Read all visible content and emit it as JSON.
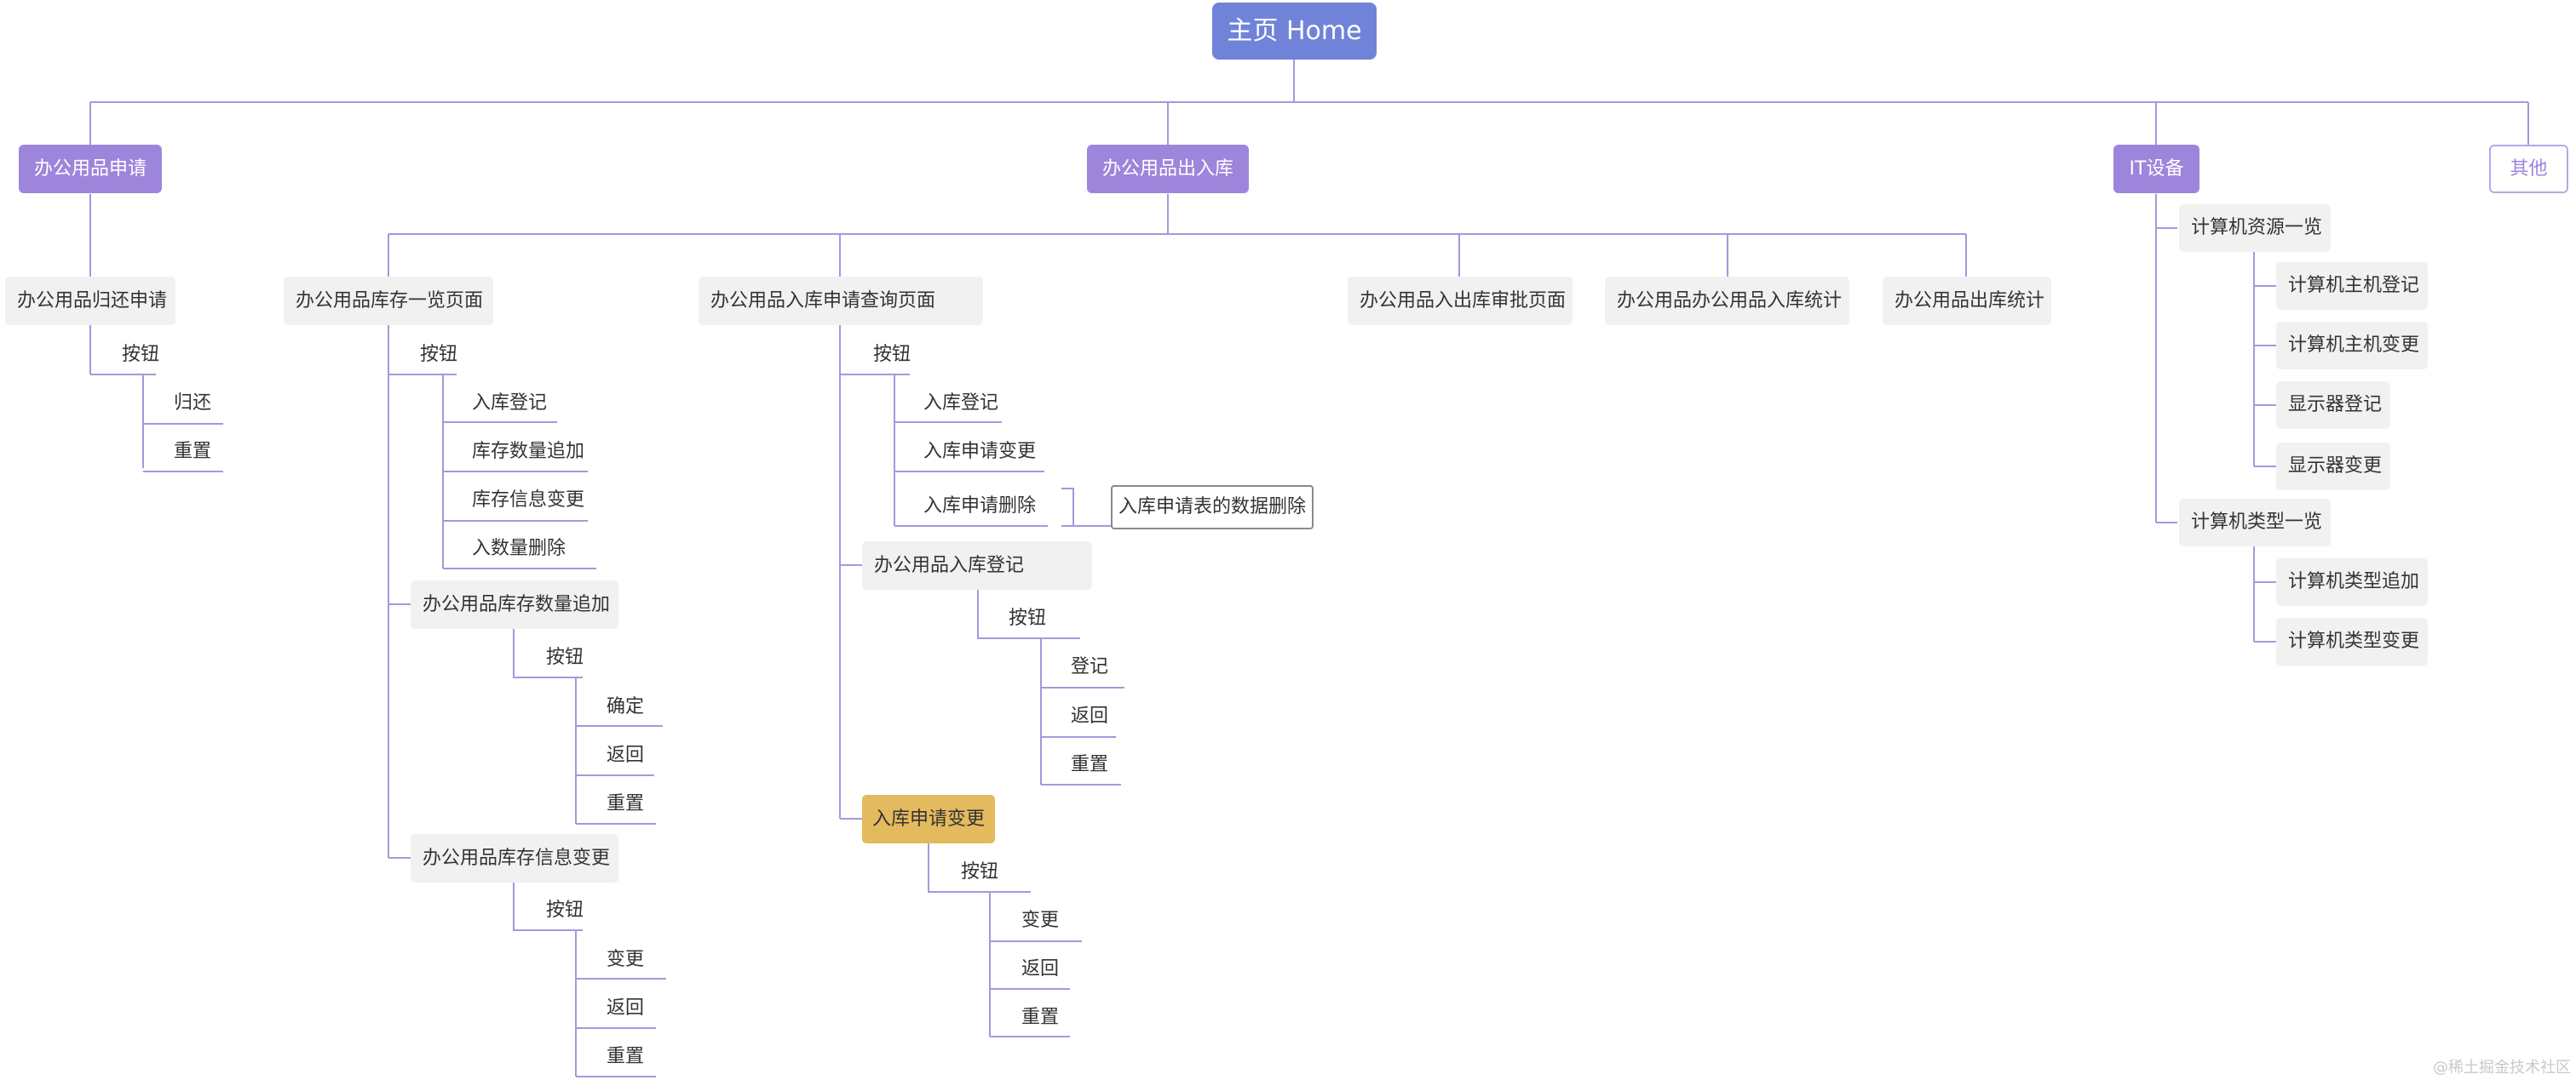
{
  "root": "主页 Home",
  "categories": {
    "apply": "办公用品申请",
    "inout": "办公用品出入库",
    "it": "IT设备",
    "other": "其他"
  },
  "apply": {
    "return_apply": "办公用品归还申请",
    "button": "按钮",
    "buttons": [
      "归还",
      "重置"
    ]
  },
  "stock_list": {
    "title": "办公用品库存一览页面",
    "button": "按钮",
    "buttons": [
      "入库登记",
      "库存数量追加",
      "库存信息变更",
      "入数量删除"
    ],
    "qty_add": {
      "title": "办公用品库存数量追加",
      "button": "按钮",
      "buttons": [
        "确定",
        "返回",
        "重置"
      ]
    },
    "info_change": {
      "title": "办公用品库存信息变更",
      "button": "按钮",
      "buttons": [
        "变更",
        "返回",
        "重置"
      ]
    }
  },
  "query": {
    "title": "办公用品入库申请查询页面",
    "button": "按钮",
    "buttons": [
      "入库登记",
      "入库申请变更",
      "入库申请删除"
    ],
    "delete_note": "入库申请表的数据删除",
    "register": {
      "title": "办公用品入库登记",
      "button": "按钮",
      "buttons": [
        "登记",
        "返回",
        "重置"
      ]
    },
    "change": {
      "title": "入库申请变更",
      "button": "按钮",
      "buttons": [
        "变更",
        "返回",
        "重置"
      ]
    }
  },
  "approval": "办公用品入出库审批页面",
  "in_stats": "办公用品办公用品入库统计",
  "out_stats": "办公用品出库统计",
  "it": {
    "resources": "计算机资源一览",
    "resource_items": [
      "计算机主机登记",
      "计算机主机变更",
      "显示器登记",
      "显示器变更"
    ],
    "types": "计算机类型一览",
    "type_items": [
      "计算机类型追加",
      "计算机类型变更"
    ]
  },
  "watermark": "@稀土掘金技术社区",
  "colors": {
    "root": "#7083d8",
    "category": "#9e85dc",
    "line": "#a797dc",
    "highlight": "#e3ba5d",
    "node_bg": "#f1f1f1"
  }
}
